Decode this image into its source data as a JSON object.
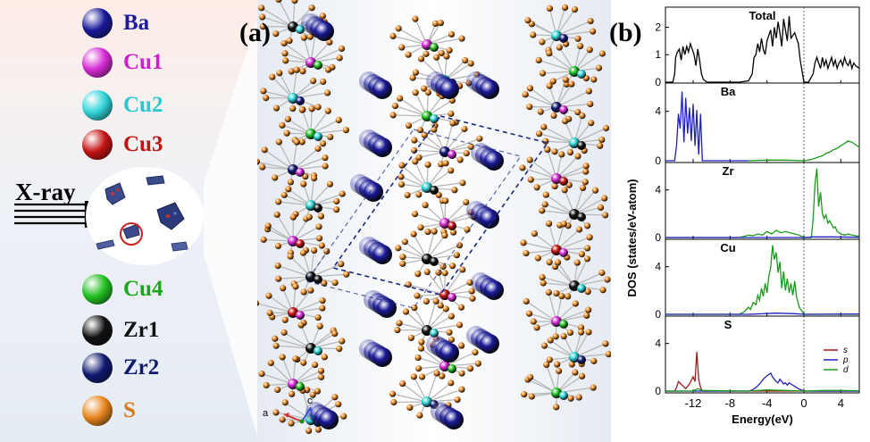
{
  "legend": [
    {
      "id": "ba",
      "label": "Ba",
      "color": "#1a1a9a",
      "text_color": "#1c1c9e"
    },
    {
      "id": "cu1",
      "label": "Cu1",
      "color": "#d42bd4",
      "text_color": "#d01fd0"
    },
    {
      "id": "cu2",
      "label": "Cu2",
      "color": "#30d4d8",
      "text_color": "#28c8d0"
    },
    {
      "id": "cu3",
      "label": "Cu3",
      "color": "#c41414",
      "text_color": "#c01414"
    },
    {
      "id": "cu4",
      "label": "Cu4",
      "color": "#22c022",
      "text_color": "#1aa81a"
    },
    {
      "id": "zr1",
      "label": "Zr1",
      "color": "#111111",
      "text_color": "#111111"
    },
    {
      "id": "zr2",
      "label": "Zr2",
      "color": "#101a70",
      "text_color": "#101a70"
    },
    {
      "id": "s",
      "label": "S",
      "color": "#e8841c",
      "text_color": "#d47818"
    }
  ],
  "xray_label": "X-ray",
  "panel_labels": {
    "a": "(a)",
    "b": "(b)"
  },
  "axes_labels": {
    "a": "a",
    "c": "c"
  },
  "colors": {
    "ba": "#1a1a9a",
    "s": "#e8841c",
    "bond": "#b8b8b8",
    "cell": "#1a2a80"
  },
  "chart_data": {
    "type": "line",
    "title": "",
    "xlabel": "Energy(eV)",
    "ylabel": "DOS (states/eV-atom)",
    "xlim": [
      -15,
      6
    ],
    "xticks": [
      -12,
      -8,
      -4,
      0,
      4
    ],
    "fermi_level": 0,
    "panels": [
      {
        "name": "Total",
        "ylim": [
          0,
          2.6
        ],
        "yticks": [
          0,
          1,
          2
        ],
        "series": [
          {
            "name": "",
            "color": "#000000",
            "x": [
              -15,
              -14.2,
              -14,
              -13.9,
              -13.7,
              -13.5,
              -13.3,
              -13.1,
              -12.9,
              -12.7,
              -12.5,
              -12.3,
              -12.1,
              -11.9,
              -11.7,
              -11.5,
              -11.3,
              -11.1,
              -10.9,
              -10.5,
              -7,
              -6,
              -5.6,
              -5.4,
              -5.2,
              -5,
              -4.8,
              -4.6,
              -4.4,
              -4.2,
              -4,
              -3.8,
              -3.6,
              -3.4,
              -3.2,
              -3,
              -2.8,
              -2.6,
              -2.4,
              -2.2,
              -2,
              -1.8,
              -1.6,
              -1.4,
              -1.2,
              -1,
              -0.8,
              -0.6,
              -0.4,
              0,
              0.5,
              1,
              1.2,
              1.4,
              1.6,
              1.8,
              2,
              2.2,
              2.4,
              2.6,
              2.8,
              3,
              3.2,
              3.4,
              3.6,
              3.8,
              4,
              4.2,
              4.4,
              4.6,
              4.8,
              5,
              5.2,
              5.4,
              5.6,
              6
            ],
            "y": [
              0,
              0,
              0.3,
              0.9,
              1.1,
              1.2,
              0.8,
              1.3,
              1.0,
              1.3,
              1.1,
              1.4,
              1.2,
              1.0,
              0.6,
              1.2,
              0.8,
              0.3,
              0.1,
              0,
              0,
              0.05,
              0.3,
              0.9,
              1.0,
              1.4,
              1.1,
              1.6,
              1.2,
              1.0,
              1.5,
              1.7,
              1.9,
              1.3,
              2.0,
              1.6,
              2.2,
              1.8,
              1.3,
              2.3,
              1.9,
              1.5,
              2.4,
              1.6,
              1.7,
              1.8,
              1.6,
              1.4,
              0.8,
              0,
              0,
              0.3,
              0.7,
              0.9,
              0.7,
              0.5,
              0.9,
              0.6,
              0.8,
              0.5,
              0.7,
              0.9,
              0.6,
              0.8,
              0.5,
              0.7,
              0.8,
              0.6,
              0.9,
              0.7,
              0.6,
              0.8,
              0.5,
              0.7,
              0.6,
              0.5
            ]
          }
        ]
      },
      {
        "name": "Ba",
        "ylim": [
          0,
          6
        ],
        "yticks": [
          0,
          4
        ],
        "series": [
          {
            "name": "",
            "color": "#2020c0",
            "x": [
              -15,
              -14,
              -13.8,
              -13.6,
              -13.4,
              -13.2,
              -13.0,
              -12.8,
              -12.6,
              -12.4,
              -12.2,
              -12.0,
              -11.8,
              -11.6,
              -11.4,
              -11.2,
              -11.0,
              -6
            ],
            "y": [
              0,
              0,
              1.2,
              3.8,
              2.6,
              5.6,
              1.5,
              5.1,
              2.2,
              4.3,
              1.6,
              4.6,
              1.2,
              4.1,
              0.5,
              3.8,
              0,
              0
            ]
          },
          {
            "name": "",
            "color": "#1a9a1a",
            "x": [
              -6,
              -4,
              -2,
              0,
              0.8,
              1.2,
              1.6,
              2,
              2.4,
              2.8,
              3.2,
              3.6,
              4,
              4.4,
              4.8,
              5.2,
              5.6,
              6
            ],
            "y": [
              0,
              0.05,
              0.05,
              0,
              0.1,
              0.2,
              0.3,
              0.4,
              0.6,
              0.7,
              0.9,
              1.0,
              1.2,
              1.4,
              1.6,
              1.5,
              1.3,
              1.1
            ]
          }
        ]
      },
      {
        "name": "Zr",
        "ylim": [
          0,
          6
        ],
        "yticks": [
          0,
          4
        ],
        "series": [
          {
            "name": "",
            "color": "#1a9a1a",
            "x": [
              -15,
              -7,
              -6.5,
              -6,
              -5.5,
              -5,
              -4.5,
              -4,
              -3.5,
              -3,
              -2.5,
              -2,
              -1.5,
              -1,
              -0.5,
              0,
              0.8,
              1,
              1.2,
              1.4,
              1.6,
              1.8,
              2.0,
              2.2,
              2.4,
              2.6,
              2.8,
              3.0,
              3.2,
              3.4,
              3.6,
              3.8,
              4.0,
              4.4,
              4.8,
              5.2,
              6
            ],
            "y": [
              0,
              0,
              0.1,
              0.2,
              0.15,
              0.3,
              0.2,
              0.5,
              0.3,
              0.6,
              0.4,
              0.5,
              0.4,
              0.3,
              0.2,
              0,
              0,
              1.5,
              4.5,
              5.8,
              2.6,
              3.8,
              2.0,
              1.6,
              1.9,
              1.2,
              1.4,
              1.1,
              0.8,
              0.9,
              0.5,
              0.4,
              0.3,
              0.2,
              0.3,
              0.2,
              0.1
            ]
          },
          {
            "name": "",
            "color": "#2020c0",
            "x": [
              -15,
              0,
              1,
              3,
              6
            ],
            "y": [
              0,
              0,
              0.05,
              0.05,
              0.02
            ]
          }
        ]
      },
      {
        "name": "Cu",
        "ylim": [
          0,
          6
        ],
        "yticks": [
          0,
          4
        ],
        "series": [
          {
            "name": "",
            "color": "#1a9a1a",
            "x": [
              -15,
              -7,
              -6.5,
              -6,
              -5.8,
              -5.5,
              -5.2,
              -5,
              -4.8,
              -4.6,
              -4.4,
              -4.2,
              -4,
              -3.8,
              -3.6,
              -3.4,
              -3.2,
              -3,
              -2.8,
              -2.6,
              -2.4,
              -2.2,
              -2,
              -1.8,
              -1.6,
              -1.4,
              -1.2,
              -1,
              -0.8,
              -0.5,
              0,
              6
            ],
            "y": [
              0,
              0,
              0.2,
              0.6,
              0.4,
              1.0,
              0.8,
              1.6,
              1.2,
              2.2,
              1.5,
              2.6,
              1.8,
              3.2,
              3.9,
              5.8,
              4.6,
              5.2,
              3.5,
              4.4,
              2.2,
              3.6,
              2.0,
              3.0,
              1.8,
              2.6,
              1.6,
              2.8,
              1.5,
              0.6,
              0,
              0
            ]
          },
          {
            "name": "",
            "color": "#2020c0",
            "x": [
              -15,
              -6,
              -3,
              -1,
              0,
              6
            ],
            "y": [
              0,
              0,
              0.1,
              0.05,
              0,
              0.03
            ]
          }
        ]
      },
      {
        "name": "S",
        "ylim": [
          0,
          6
        ],
        "yticks": [
          0,
          4
        ],
        "series": [
          {
            "name": "s",
            "color": "#a01818",
            "x": [
              -15,
              -14,
              -13.8,
              -13.6,
              -13.2,
              -12.8,
              -12.4,
              -12,
              -11.8,
              -11.6,
              -11.4,
              -11.2,
              -11,
              -10,
              6
            ],
            "y": [
              0,
              0,
              0.3,
              0.8,
              0.5,
              0.2,
              0.6,
              1.2,
              0.8,
              3.3,
              1.0,
              0.3,
              0,
              0,
              0
            ]
          },
          {
            "name": "p",
            "color": "#2020c0",
            "x": [
              -15,
              -6,
              -5.6,
              -5.2,
              -4.8,
              -4.4,
              -4.0,
              -3.6,
              -3.4,
              -3.2,
              -3.0,
              -2.8,
              -2.6,
              -2.4,
              -2.2,
              -2.0,
              -1.8,
              -1.6,
              -1.4,
              -1.0,
              -0.6,
              0,
              6
            ],
            "y": [
              0,
              0,
              0.1,
              0.3,
              0.6,
              1.0,
              1.3,
              1.5,
              1.2,
              1.0,
              0.8,
              0.7,
              1.0,
              0.8,
              0.6,
              0.7,
              0.5,
              0.7,
              0.6,
              0.4,
              0.2,
              0,
              0
            ]
          },
          {
            "name": "d",
            "color": "#1a9a1a",
            "x": [
              -15,
              -12,
              -11.5,
              -11,
              -6,
              -4,
              -2,
              0,
              2,
              4,
              6
            ],
            "y": [
              0,
              0,
              0.2,
              0.05,
              0,
              0.1,
              0.05,
              0,
              0.05,
              0.05,
              0.03
            ]
          }
        ]
      }
    ]
  }
}
